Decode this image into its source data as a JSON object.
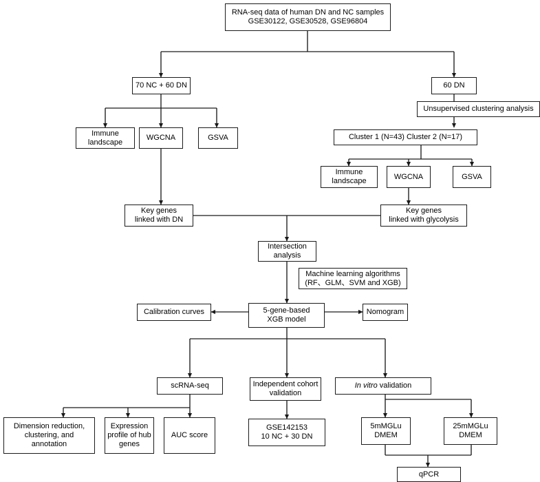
{
  "figure": {
    "title": "Study workflow flowchart",
    "type": "flowchart",
    "background_color": "#ffffff",
    "line_color": "#1a1a1a",
    "text_color": "#000000"
  },
  "nodes": {
    "source_data": {
      "label": "RNA-seq data of human DN and NC samples\nGSE30122, GSE30528, GSE96804"
    },
    "cohort_left": {
      "label": "70 NC + 60 DN"
    },
    "cohort_right": {
      "label": "60 DN"
    },
    "immune_landscape_left": {
      "label": "Immune\nlandscape"
    },
    "wgcna_left": {
      "label": "WGCNA"
    },
    "gsva_left": {
      "label": "GSVA"
    },
    "unsupervised_clustering": {
      "label": "Unsupervised clustering analysis"
    },
    "clusters": {
      "label": "Cluster 1 (N=43) Cluster 2 (N=17)"
    },
    "immune_landscape_right": {
      "label": "Immune\nlandscape"
    },
    "wgcna_right": {
      "label": "WGCNA"
    },
    "gsva_right": {
      "label": "GSVA"
    },
    "key_genes_dn": {
      "label": "Key genes\nlinked with DN"
    },
    "key_genes_glycolysis": {
      "label": "Key genes\nlinked with glycolysis"
    },
    "intersection": {
      "label": "Intersection\nanalysis"
    },
    "ml_algorithms": {
      "label": "Machine learning algorithms\n(RF、GLM、SVM and XGB)"
    },
    "xgb_model": {
      "label": "5-gene-based\nXGB model"
    },
    "calibration_curves": {
      "label": "Calibration curves"
    },
    "nomogram": {
      "label": "Nomogram"
    },
    "scrna_seq": {
      "label": "scRNA-seq"
    },
    "independent_cohort": {
      "label": "Independent cohort\nvalidation"
    },
    "in_vitro_validation": {
      "label_italic": "In vitro",
      "label_rest": " validation"
    },
    "dimension_reduction": {
      "label": "Dimension reduction,\nclustering, and annotation"
    },
    "expression_profile": {
      "label": "Expression\nprofile of hub\ngenes"
    },
    "auc_score": {
      "label": "AUC score"
    },
    "gse142153": {
      "label": "GSE142153\n10 NC + 30 DN"
    },
    "glu_5mm": {
      "label": "5mMGLu\nDMEM"
    },
    "glu_25mm": {
      "label": "25mMGLu\nDMEM"
    },
    "qpcr": {
      "label": "qPCR"
    }
  }
}
